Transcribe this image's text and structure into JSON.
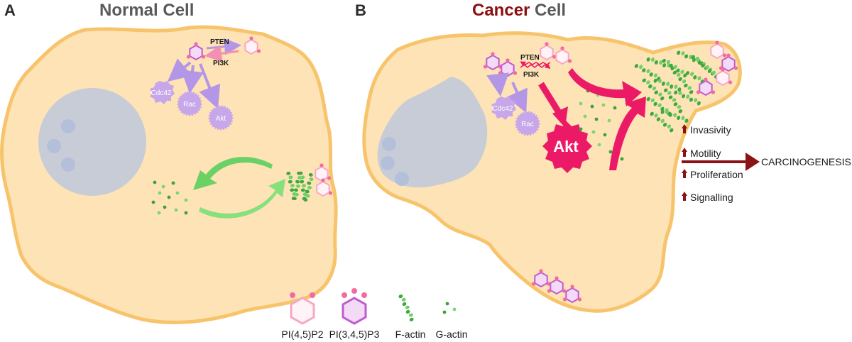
{
  "panels": {
    "a": {
      "letter": "A",
      "title": "Normal Cell"
    },
    "b": {
      "letter": "B",
      "title_highlight": "Cancer",
      "title_rest": " Cell"
    }
  },
  "enzymes": {
    "pten": "PTEN",
    "pi3k": "PI3K"
  },
  "proteins": {
    "cdc42": "Cdc42",
    "rac": "Rac",
    "akt": "Akt"
  },
  "effects": [
    "Invasivity",
    "Motility",
    "Proliferation",
    "Signalling"
  ],
  "outcome": "CARCINOGENESIS",
  "legend": [
    {
      "label": "PI(4,5)P2",
      "symbol": "pip2-hexagon"
    },
    {
      "label": "PI(3,4,5)P3",
      "symbol": "pip3-hexagon"
    },
    {
      "label": "F-actin",
      "symbol": "f-actin-filament"
    },
    {
      "label": "G-actin",
      "symbol": "g-actin-monomer"
    }
  ],
  "colors": {
    "cell_fill": "#fde3b6",
    "cell_edge": "#f7c46b",
    "nucleus": "#c8ccd6",
    "pip2": "#f7a8c4",
    "pip3": "#c05bd2",
    "signal_protein": "#c7a6ea",
    "akt_cancer": "#ec1a66",
    "f_actin": "#4bbf4a",
    "g_actin": "#3aa33a",
    "up_arrow": "#8b1215",
    "green_arrow": "#7bde6f"
  }
}
